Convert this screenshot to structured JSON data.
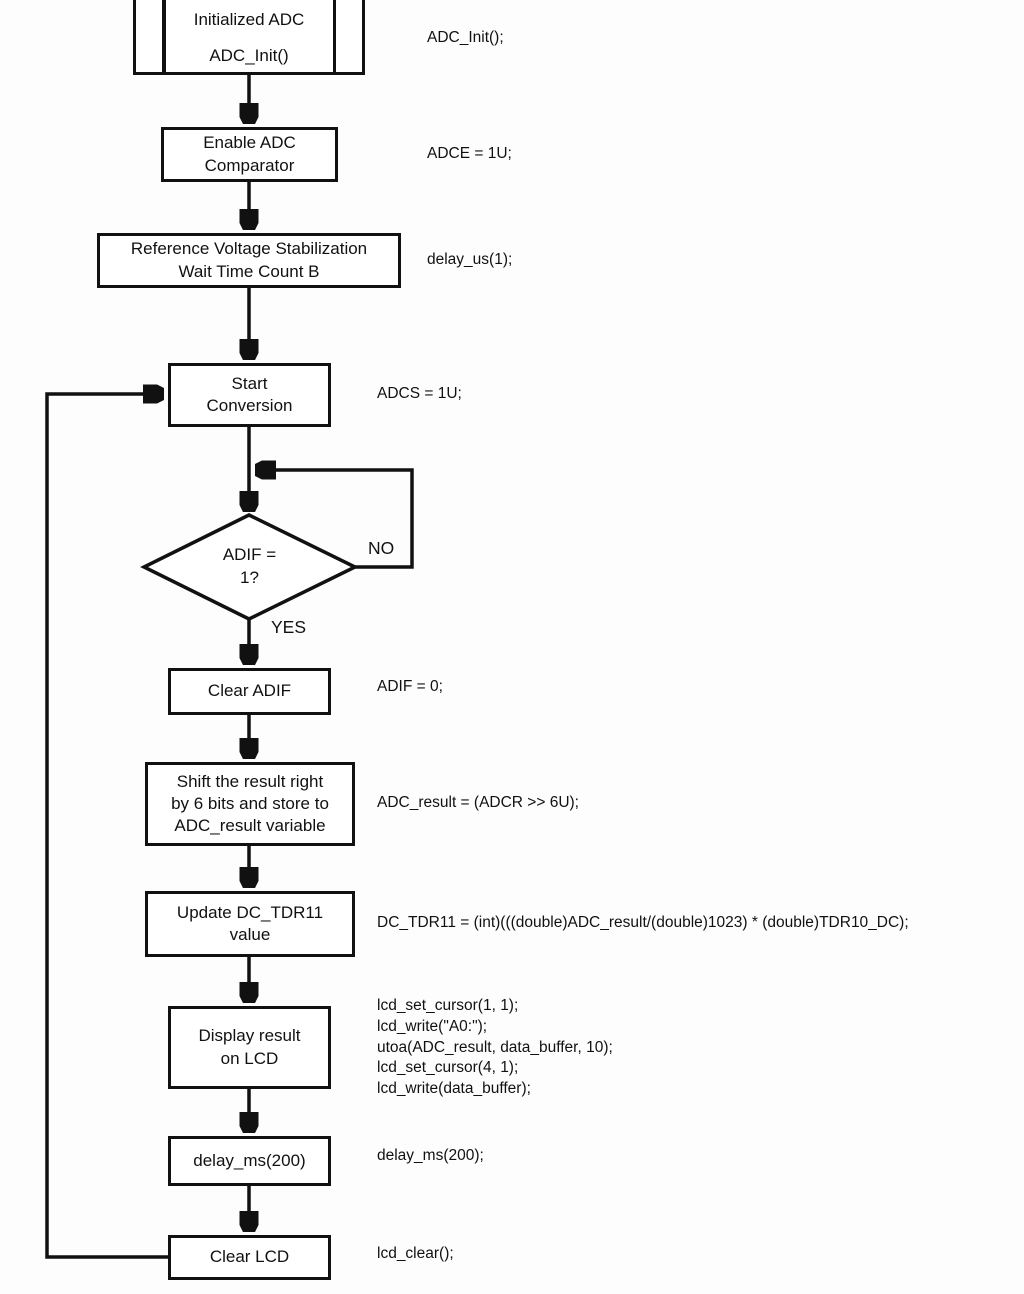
{
  "colors": {
    "ink": "#111111",
    "background": "#fdfdfd",
    "node_fill": "#ffffff"
  },
  "flowchart": {
    "nodes": {
      "init": {
        "type": "subroutine",
        "line1": "Initialized ADC",
        "line2": "ADC_Init()"
      },
      "enable": {
        "type": "process",
        "label": "Enable ADC\nComparator"
      },
      "refwait": {
        "type": "process",
        "label": "Reference Voltage Stabilization\nWait Time Count B"
      },
      "start": {
        "type": "process",
        "label": "Start\nConversion"
      },
      "adif_check": {
        "type": "decision",
        "label": "ADIF =\n1?"
      },
      "clear_adif": {
        "type": "process",
        "label": "Clear ADIF"
      },
      "shift": {
        "type": "process",
        "label": "Shift the result right\nby 6 bits and store to\nADC_result variable"
      },
      "update": {
        "type": "process",
        "label": "Update DC_TDR11\nvalue"
      },
      "display": {
        "type": "process",
        "label": "Display result\non LCD"
      },
      "delay": {
        "type": "process",
        "label": "delay_ms(200)"
      },
      "clear_lcd": {
        "type": "process",
        "label": "Clear LCD"
      }
    },
    "branch_labels": {
      "yes": "YES",
      "no": "NO"
    }
  },
  "annotations": {
    "adc_init": "ADC_Init();",
    "adce": "ADCE = 1U;",
    "delay_us": "delay_us(1);",
    "adcs": "ADCS = 1U;",
    "adif0": "ADIF = 0;",
    "adc_result": "ADC_result = (ADCR >> 6U);",
    "dc_tdr11": "DC_TDR11 = (int)(((double)ADC_result/(double)1023) * (double)TDR10_DC);",
    "lcd_block": "lcd_set_cursor(1, 1);\nlcd_write(\"A0:\");\nutoa(ADC_result, data_buffer, 10);\nlcd_set_cursor(4, 1);\nlcd_write(data_buffer);",
    "delay_ms": "delay_ms(200);",
    "lcd_clear": "lcd_clear();"
  }
}
